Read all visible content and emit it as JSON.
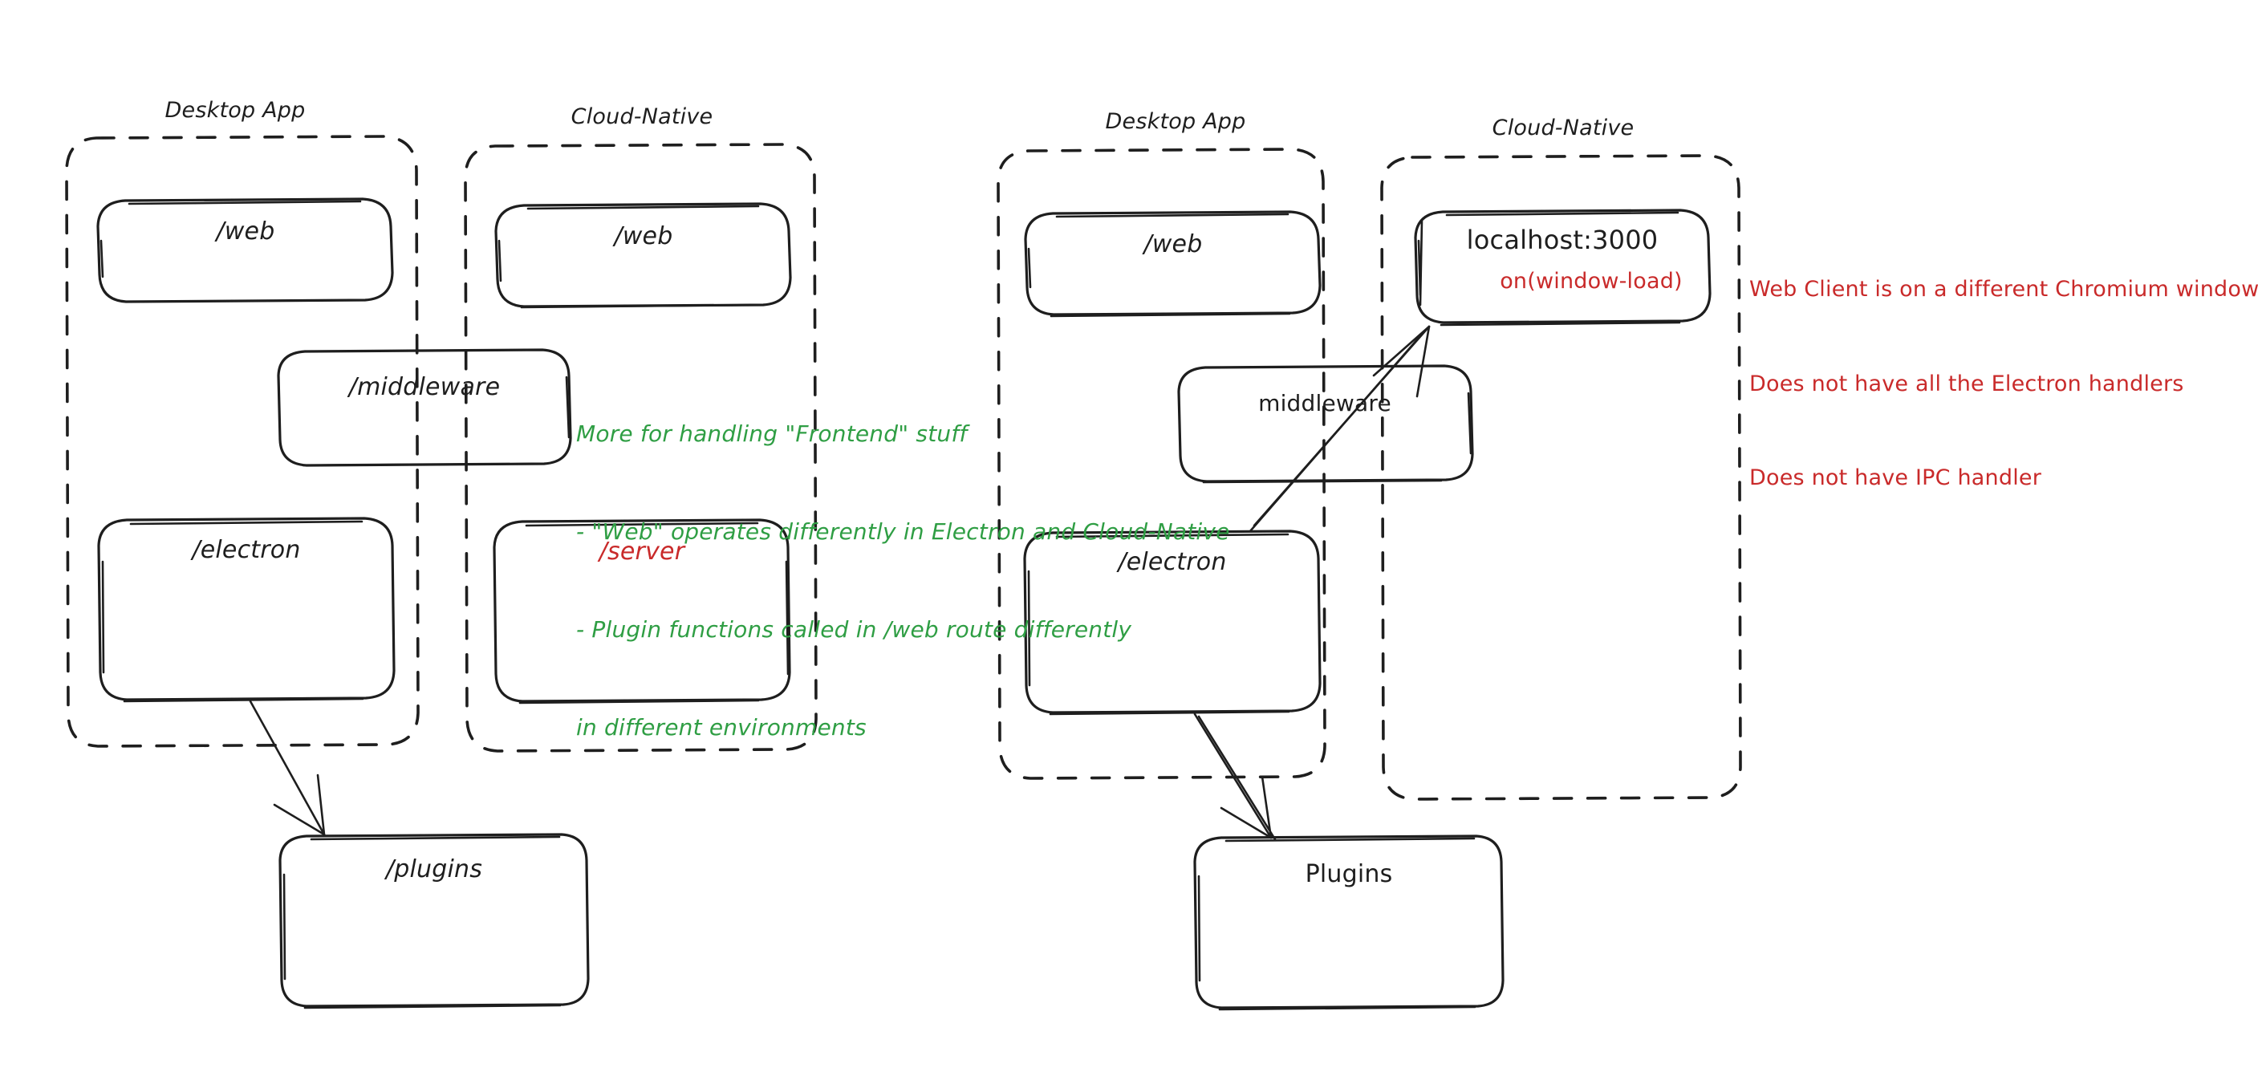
{
  "meta": {
    "kind": "hand-drawn architecture diagram",
    "background_color": "#ffffff",
    "ink_color": "#1e1e1e",
    "accent_green": "#2f9e44",
    "accent_red": "#c92a2a"
  },
  "left_diagram": {
    "groups": [
      {
        "id": "left-desktop-app",
        "title": "Desktop App"
      },
      {
        "id": "left-cloud-native",
        "title": "Cloud-Native"
      }
    ],
    "nodes": [
      {
        "id": "left-desktop-web",
        "label": "/web",
        "color": "#1e1e1e"
      },
      {
        "id": "left-cloud-web",
        "label": "/web",
        "color": "#1e1e1e"
      },
      {
        "id": "left-middleware",
        "label": "/middleware",
        "color": "#1e1e1e"
      },
      {
        "id": "left-electron",
        "label": "/electron",
        "color": "#1e1e1e"
      },
      {
        "id": "left-server",
        "label": "/server",
        "color": "#c92a2a"
      },
      {
        "id": "left-plugins",
        "label": "/plugins",
        "color": "#1e1e1e"
      }
    ],
    "annotation_green": {
      "line1": "More for handling \"Frontend\" stuff",
      "line2": "- \"Web\" operates differently in Electron and Cloud-Native",
      "line3": "- Plugin functions called in /web route differently",
      "line4": "in different environments"
    },
    "arrows": [
      {
        "id": "left-electron-to-plugins",
        "from": "left-electron",
        "to": "left-plugins"
      }
    ]
  },
  "right_diagram": {
    "groups": [
      {
        "id": "right-desktop-app",
        "title": "Desktop App"
      },
      {
        "id": "right-cloud-native",
        "title": "Cloud-Native"
      }
    ],
    "nodes": [
      {
        "id": "right-desktop-web",
        "label": "/web",
        "color": "#1e1e1e"
      },
      {
        "id": "right-localhost",
        "label": "localhost:3000",
        "sublabel": "on(window-load)",
        "color": "#1e1e1e"
      },
      {
        "id": "right-middleware",
        "label": "middleware",
        "color": "#1e1e1e"
      },
      {
        "id": "right-electron",
        "label": "/electron",
        "color": "#1e1e1e"
      },
      {
        "id": "right-plugins",
        "label": "Plugins",
        "color": "#1e1e1e"
      }
    ],
    "annotation_red": {
      "line1": "Web Client is on a different Chromium window",
      "line2": "Does not have all the Electron handlers",
      "line3": "Does not have IPC handler"
    },
    "arrows": [
      {
        "id": "right-electron-to-localhost",
        "from": "right-electron",
        "to": "right-localhost"
      },
      {
        "id": "right-electron-to-plugins",
        "from": "right-electron",
        "to": "right-plugins"
      }
    ]
  }
}
